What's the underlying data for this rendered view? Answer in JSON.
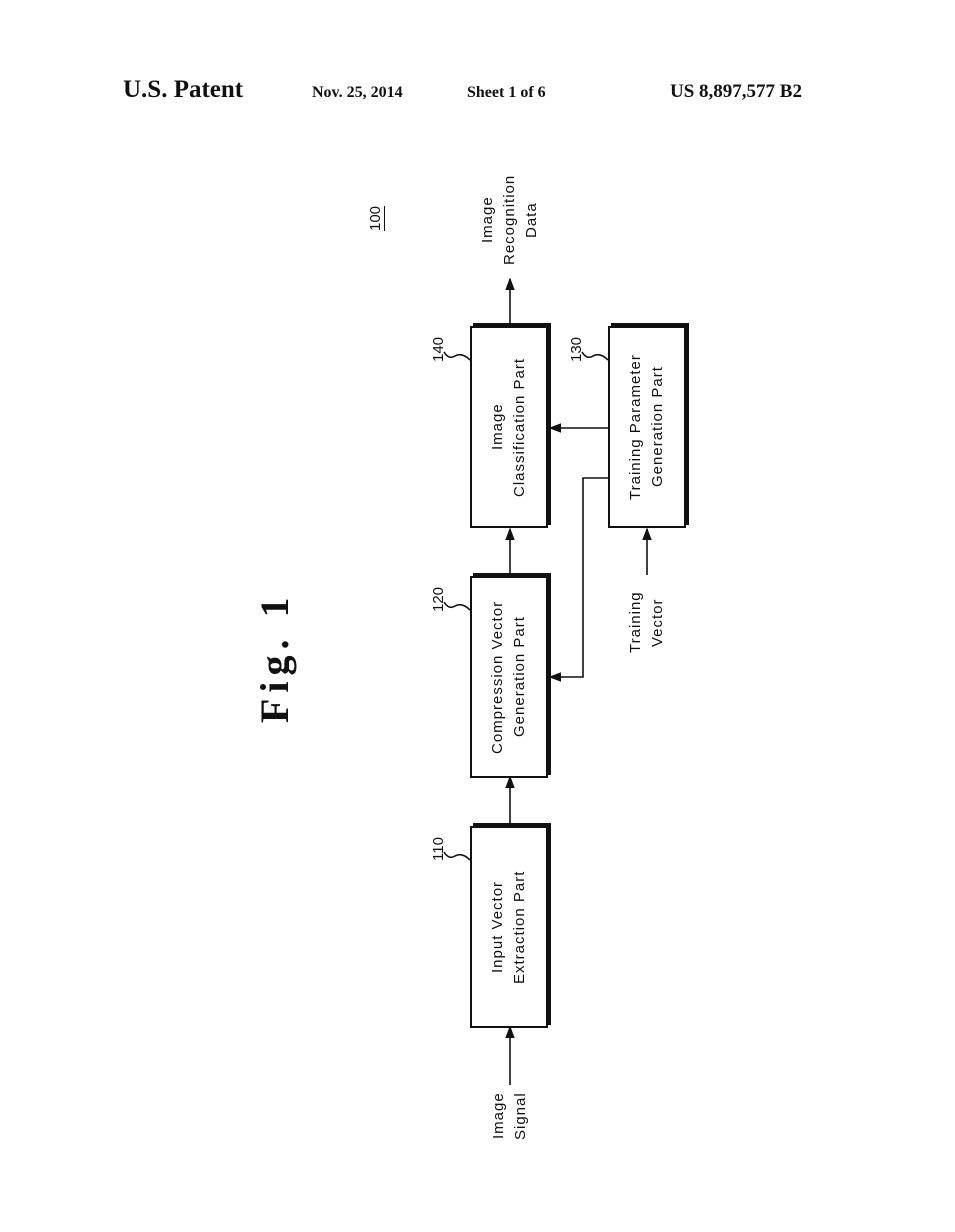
{
  "header": {
    "left": "U.S. Patent",
    "date": "Nov. 25, 2014",
    "sheet": "Sheet 1 of 6",
    "number": "US 8,897,577 B2"
  },
  "figure": {
    "title": "Fig. 1",
    "system_ref": "100",
    "blocks": [
      {
        "ref": "110",
        "line1": "Input Vector",
        "line2": "Extraction Part"
      },
      {
        "ref": "120",
        "line1": "Compression Vector",
        "line2": "Generation Part"
      },
      {
        "ref": "130",
        "line1": "Training Parameter",
        "line2": "Generation Part"
      },
      {
        "ref": "140",
        "line1": "Image",
        "line2": "Classification Part"
      }
    ],
    "inputs": {
      "image_signal": {
        "line1": "Image",
        "line2": "Signal"
      },
      "training_vector": {
        "line1": "Training",
        "line2": "Vector"
      }
    },
    "output": {
      "line1": "Image",
      "line2": "Recognition",
      "line3": "Data"
    }
  }
}
